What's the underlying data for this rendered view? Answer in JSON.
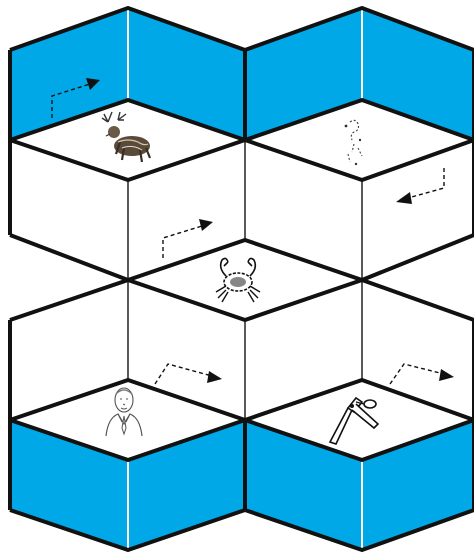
{
  "colors": {
    "face_fill": "#00a8e8",
    "top_fill": "#ffffff",
    "line": "#111111"
  },
  "tiles": [
    {
      "name": "deer",
      "icon": "deer-icon"
    },
    {
      "name": "faint-sketch",
      "icon": "faint-sketch-icon"
    },
    {
      "name": "crab",
      "icon": "crab-icon"
    },
    {
      "name": "man-portrait",
      "icon": "man-portrait-icon"
    },
    {
      "name": "nutcracker",
      "icon": "nutcracker-icon"
    }
  ],
  "arrows": [
    {
      "name": "arrow-upper-left",
      "direction": "up-right"
    },
    {
      "name": "arrow-upper-right",
      "direction": "down-left"
    },
    {
      "name": "arrow-middle",
      "direction": "up-right"
    },
    {
      "name": "arrow-lower-left",
      "direction": "right"
    },
    {
      "name": "arrow-lower-right",
      "direction": "right"
    }
  ]
}
